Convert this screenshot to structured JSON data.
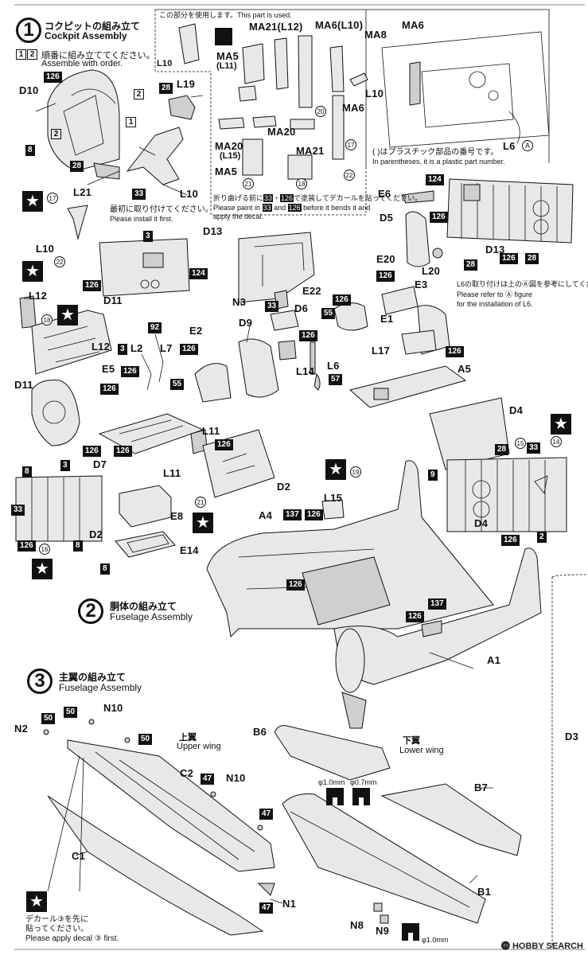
{
  "steps": {
    "s1": {
      "num": "1",
      "jp": "コクピットの組み立て",
      "en": "Cockpit Assembly"
    },
    "s2": {
      "num": "2",
      "jp": "胴体の組み立て",
      "en": "Fuselage Assembly"
    },
    "s3": {
      "num": "3",
      "jp": "主翼の組み立て",
      "en": "Fuselage Assembly"
    }
  },
  "notes": {
    "order_box1": "1",
    "order_box2": "2",
    "order_jp": "順番に組み立ててください。",
    "order_en": "Assemble with order.",
    "first_jp": "最初に取り付けてください。",
    "first_en": "Please install it first.",
    "use_part": "この部分を使用します。This part is used.",
    "paren_jp": "( )はプラスチック部品の番号です。",
    "paren_en": "In parentheses, it is a plastic part number.",
    "bend_jp1": "折り曲げる前に",
    "bend_jp2": "で塗装してデカールを貼ってください。",
    "bend_en1": "Please paint in",
    "bend_en2": "before it bends it and",
    "bend_en3": "apply the decal.",
    "bend_c1": "33",
    "bend_c2": "126",
    "l6_jp": "L6の取り付けは上のⒶ図を参考にしてください。",
    "l6_en1": "Please refer to Ⓐ figure",
    "l6_en2": "for the installation of L6.",
    "upper_jp": "上翼",
    "upper_en": "Upper wing",
    "lower_jp": "下翼",
    "lower_en": "Lower wing",
    "decal_jp1": "デカール③を先に",
    "decal_jp2": "貼ってください。",
    "decal_en": "Please apply decal ③ first.",
    "hole1": "φ1.0mm",
    "hole2": "φ0.7mm",
    "hole3": "φ1.0mm"
  },
  "parts": {
    "D10": "D10",
    "L19": "L19",
    "L21": "L21",
    "L10a": "L10",
    "L10b": "L10",
    "L10c": "L10",
    "L10d": "L10",
    "MA21a": "MA21(L12)",
    "MA6a": "MA6(L10)",
    "MA8": "MA8",
    "MA6b": "MA6",
    "MA5a": "MA5",
    "MA5a2": "(L11)",
    "MA6c": "MA6",
    "MA20a": "MA20",
    "MA20b": "MA20",
    "MA20b2": "(L15)",
    "MA21b": "MA21",
    "MA5b": "MA5",
    "L6A": "L6",
    "D13a": "D13",
    "D13b": "D13",
    "E6": "E6",
    "D5": "D5",
    "L20": "L20",
    "E20": "E20",
    "E22": "E22",
    "E3": "E3",
    "N3": "N3",
    "D6": "D6",
    "E1": "E1",
    "D9": "D9",
    "D11a": "D11",
    "D11b": "D11",
    "L12a": "L12",
    "L12b": "L12",
    "L2": "L2",
    "L7": "L7",
    "E2": "E2",
    "E5": "E5",
    "L17": "L17",
    "A5": "A5",
    "L14": "L14",
    "L6": "L6",
    "D4a": "D4",
    "D4b": "D4",
    "L11a": "L11",
    "L11b": "L11",
    "D7": "D7",
    "D2a": "D2",
    "D2b": "D2",
    "E8": "E8",
    "E14": "E14",
    "L15": "L15",
    "A4": "A4",
    "A1": "A1",
    "N2": "N2",
    "N10a": "N10",
    "N10b": "N10",
    "C2": "C2",
    "C1": "C1",
    "N1": "N1",
    "B6": "B6",
    "B7": "B7",
    "B1": "B1",
    "N8": "N8",
    "N9": "N9",
    "D3": "D3"
  },
  "colors": {
    "c126": "126",
    "c28": "28",
    "c124": "124",
    "c3": "3",
    "c33": "33",
    "c55": "55",
    "c57": "57",
    "c92": "92",
    "c8": "8",
    "c9": "9",
    "c2": "2",
    "c137": "137",
    "c47": "47",
    "c50": "50",
    "c17": "17",
    "c18": "18",
    "c19": "19",
    "c20": "20",
    "c21": "21",
    "c22": "22",
    "c14": "14",
    "c15": "15",
    "c16": "16"
  },
  "watermark": "🅗 HOBBY SEARCH"
}
